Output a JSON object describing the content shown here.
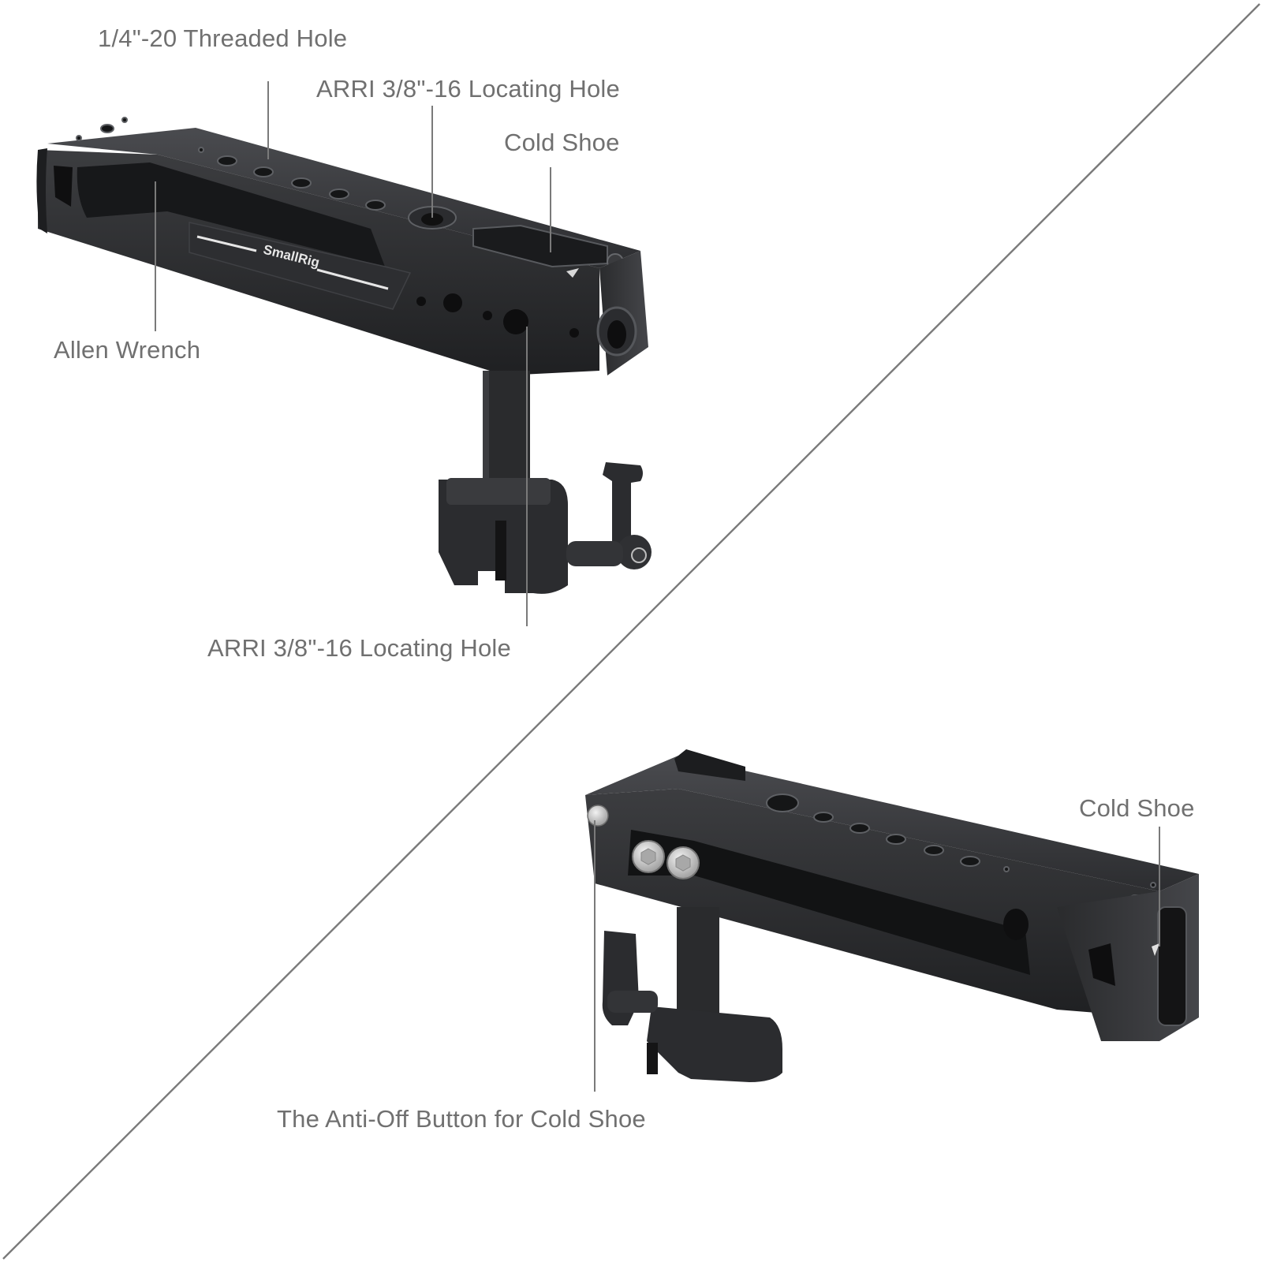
{
  "brand": {
    "logo_text": "SmallRig"
  },
  "colors": {
    "background": "#ffffff",
    "label_text": "#707070",
    "leader_line": "#7a7a7a",
    "divider": "#7a7a7a",
    "metal_dark": "#2a2b2d",
    "metal_mid": "#3a3b3e",
    "metal_light": "#55575b",
    "screw_silver": "#cfcfcf"
  },
  "top_view": {
    "labels": {
      "threaded_hole": "1/4\"-20 Threaded Hole",
      "arri_top": "ARRI 3/8\"-16 Locating Hole",
      "cold_shoe": "Cold Shoe",
      "allen_wrench": "Allen Wrench",
      "arri_bottom": "ARRI 3/8\"-16 Locating Hole"
    }
  },
  "bottom_view": {
    "labels": {
      "cold_shoe": "Cold Shoe",
      "anti_off_button": "The Anti-Off Button for Cold Shoe"
    }
  }
}
